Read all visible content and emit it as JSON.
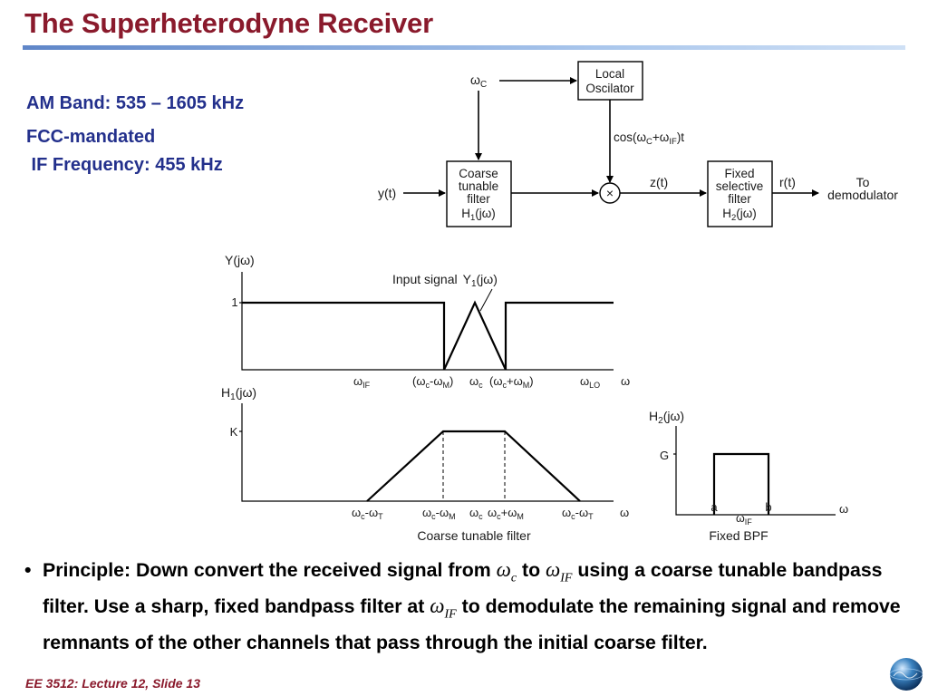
{
  "slide": {
    "title": "The Superheterodyne Receiver",
    "notes": {
      "am_band": "AM Band: 535 – 1605 kHz",
      "fcc_line1": "FCC-mandated",
      "fcc_line2": " IF Frequency: 455 kHz"
    },
    "footer": "EE 3512: Lecture 12, Slide 13"
  },
  "block_diagram": {
    "wc_label": "ω",
    "wc_sub": "C",
    "local_osc_line1": "Local",
    "local_osc_line2": "Oscilator",
    "cos_label": "cos(ω",
    "cos_sub1": "C",
    "cos_mid": "+ω",
    "cos_sub2": "IF",
    "cos_end": ")t",
    "input_label": "y(t)",
    "coarse_lines": [
      "Coarse",
      "tunable",
      "filter"
    ],
    "coarse_h": "H",
    "coarse_h_sub": "1",
    "coarse_h_arg": "(jω)",
    "mixer_symbol": "×",
    "z_label": "z(t)",
    "fixed_lines": [
      "Fixed",
      "selective",
      "filter"
    ],
    "fixed_h": "H",
    "fixed_h_sub": "2",
    "fixed_h_arg": "(jω)",
    "r_label": "r(t)",
    "to_line1": "To",
    "to_line2": "demodulator"
  },
  "plot_y": {
    "ylabel": "Y(jω)",
    "one_label": "1",
    "annotation": "Input signal",
    "y1_main": "Y",
    "y1_sub": "1",
    "y1_arg": "(jω)",
    "ticks": {
      "wif": "ω",
      "wif_sub": "IF",
      "wcm_open": "(ω",
      "wcm_sub1": "c",
      "wcm_mid": "-ω",
      "wcm_sub2": "M",
      "wcm_close": ")",
      "wc": "ω",
      "wc_sub": "c",
      "wcp_open": "(ω",
      "wcp_sub1": "c",
      "wcp_mid": "+ω",
      "wcp_sub2": "M",
      "wcp_close": ")",
      "wlo": "ω",
      "wlo_sub": "LO",
      "w": "ω"
    }
  },
  "plot_h1": {
    "ylabel_main": "H",
    "ylabel_sub": "1",
    "ylabel_arg": "(jω)",
    "k_label": "K",
    "ticks": {
      "a_main": "ω",
      "a_sub1": "c",
      "a_mid": "-ω",
      "a_sub2": "T",
      "b_main": "ω",
      "b_sub1": "c",
      "b_mid": "-ω",
      "b_sub2": "M",
      "c_main": "ω",
      "c_sub": "c",
      "d_main": "ω",
      "d_sub1": "c",
      "d_mid": "+ω",
      "d_sub2": "M",
      "e_main": "ω",
      "e_sub1": "c",
      "e_mid": "-ω",
      "e_sub2": "T",
      "w": "ω"
    },
    "caption": "Coarse tunable filter"
  },
  "plot_h2": {
    "ylabel_main": "H",
    "ylabel_sub": "2",
    "ylabel_arg": "(jω)",
    "g_label": "G",
    "a_label": "a",
    "wif_main": "ω",
    "wif_sub": "IF",
    "b_label": "b",
    "w": "ω",
    "caption": "Fixed BPF"
  },
  "bullet": {
    "mark": "•",
    "part1": "Principle: Down convert the received signal from ",
    "wc": "ω",
    "wc_sub": "c",
    "part2": " to ",
    "wif": "ω",
    "wif_sub": "IF",
    "part3": " using a coarse tunable bandpass filter. Use a sharp, fixed bandpass filter at ",
    "wif2": "ω",
    "wif2_sub": "IF",
    "part4": " to demodulate the remaining signal and remove remnants of the other channels that pass through the initial coarse filter."
  },
  "colors": {
    "title": "#8a1a2c",
    "notes": "#23308c",
    "rule": "#5f86c8",
    "logo": "#1c5c8e"
  },
  "icons": {
    "logo": "globe-logo-icon"
  }
}
